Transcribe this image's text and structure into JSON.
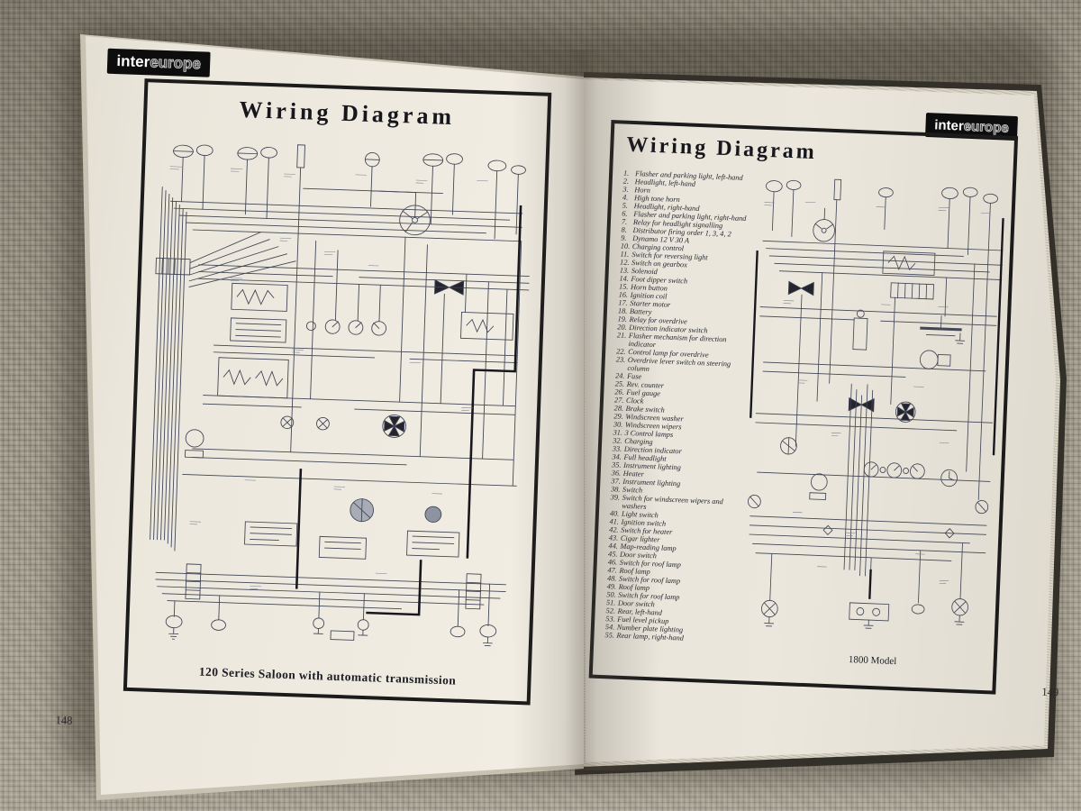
{
  "book": {
    "left_page": {
      "logo": {
        "part1": "inter",
        "part2": "europe"
      },
      "title": "Wiring Diagram",
      "caption": "120 Series Saloon with automatic transmission",
      "page_number": "148"
    },
    "right_page": {
      "logo": {
        "part1": "inter",
        "part2": "europe"
      },
      "title": "Wiring Diagram",
      "caption": "1800 Model",
      "page_number": "149",
      "legend": [
        {
          "n": "1.",
          "label": "Flasher and parking light, left-hand"
        },
        {
          "n": "2.",
          "label": "Headlight, left-hand"
        },
        {
          "n": "3.",
          "label": "Horn"
        },
        {
          "n": "4.",
          "label": "High tone horn"
        },
        {
          "n": "5.",
          "label": "Headlight, right-hand"
        },
        {
          "n": "6.",
          "label": "Flasher and parking light, right-hand"
        },
        {
          "n": "7.",
          "label": "Relay for headlight signalling"
        },
        {
          "n": "8.",
          "label": "Distributor firing order 1, 3, 4, 2"
        },
        {
          "n": "9.",
          "label": "Dynamo 12 V 30 A"
        },
        {
          "n": "10.",
          "label": "Charging control"
        },
        {
          "n": "11.",
          "label": "Switch for reversing light"
        },
        {
          "n": "12.",
          "label": "Switch on gearbox"
        },
        {
          "n": "13.",
          "label": "Solenoid"
        },
        {
          "n": "14.",
          "label": "Foot dipper switch"
        },
        {
          "n": "15.",
          "label": "Horn button"
        },
        {
          "n": "16.",
          "label": "Ignition coil"
        },
        {
          "n": "17.",
          "label": "Starter motor"
        },
        {
          "n": "18.",
          "label": "Battery"
        },
        {
          "n": "19.",
          "label": "Relay for overdrive"
        },
        {
          "n": "20.",
          "label": "Direction indicator switch"
        },
        {
          "n": "21.",
          "label": "Flasher mechanism for direction indicator"
        },
        {
          "n": "22.",
          "label": "Control lamp for overdrive"
        },
        {
          "n": "23.",
          "label": "Overdrive lever switch on steering column"
        },
        {
          "n": "24.",
          "label": "Fuse"
        },
        {
          "n": "25.",
          "label": "Rev. counter"
        },
        {
          "n": "26.",
          "label": "Fuel gauge"
        },
        {
          "n": "27.",
          "label": "Clock"
        },
        {
          "n": "28.",
          "label": "Brake switch"
        },
        {
          "n": "29.",
          "label": "Windscreen washer"
        },
        {
          "n": "30.",
          "label": "Windscreen wipers"
        },
        {
          "n": "31.",
          "label": "3 Control lamps"
        },
        {
          "n": "32.",
          "label": "Charging"
        },
        {
          "n": "33.",
          "label": "Direction indicator"
        },
        {
          "n": "34.",
          "label": "Full headlight"
        },
        {
          "n": "35.",
          "label": "Instrument lighting"
        },
        {
          "n": "36.",
          "label": "Heater"
        },
        {
          "n": "37.",
          "label": "Instrument lighting"
        },
        {
          "n": "38.",
          "label": "Switch"
        },
        {
          "n": "39.",
          "label": "Switch for windscreen wipers and washers"
        },
        {
          "n": "40.",
          "label": "Light switch"
        },
        {
          "n": "41.",
          "label": "Ignition switch"
        },
        {
          "n": "42.",
          "label": "Switch for heater"
        },
        {
          "n": "43.",
          "label": "Cigar lighter"
        },
        {
          "n": "44.",
          "label": "Map-reading lamp"
        },
        {
          "n": "45.",
          "label": "Door switch"
        },
        {
          "n": "46.",
          "label": "Switch for roof lamp"
        },
        {
          "n": "47.",
          "label": "Roof lamp"
        },
        {
          "n": "48.",
          "label": "Switch for roof lamp"
        },
        {
          "n": "49.",
          "label": "Roof lamp"
        },
        {
          "n": "50.",
          "label": "Switch for roof lamp"
        },
        {
          "n": "51.",
          "label": "Door switch"
        },
        {
          "n": "52.",
          "label": "Rear, left-hand"
        },
        {
          "n": "53.",
          "label": "Fuel level pickup"
        },
        {
          "n": "54.",
          "label": "Number plate lighting"
        },
        {
          "n": "55.",
          "label": "Rear lamp, right-hand"
        }
      ]
    }
  }
}
